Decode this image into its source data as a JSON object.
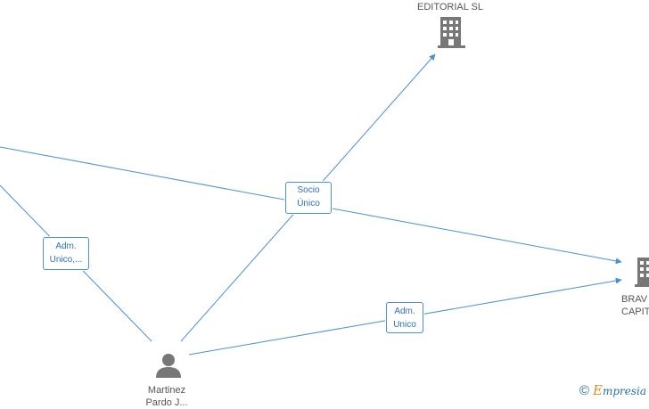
{
  "colors": {
    "edge": "#4a8fd8",
    "edge_label_text": "#2f6fbf",
    "icon": "#777777",
    "brand_accent": "#e38b1b"
  },
  "nodes": {
    "editorial": {
      "label": "EDITORIAL  SL",
      "icon": "building-icon"
    },
    "bravo": {
      "label_line1": "BRAV",
      "label_line2": "CAPIT",
      "icon": "building-icon"
    },
    "martinez": {
      "label_line1": "Martinez",
      "label_line2": "Pardo J...",
      "icon": "person-icon"
    }
  },
  "edge_labels": {
    "socio_unico": {
      "line1": "Socio",
      "line2": "Único"
    },
    "adm_unico_left": {
      "line1": "Adm.",
      "line2": "Unico,..."
    },
    "adm_unico_right": {
      "line1": "Adm.",
      "line2": "Unico"
    }
  },
  "brand": {
    "copyright": "©",
    "initial": "E",
    "rest": "mpresia"
  }
}
